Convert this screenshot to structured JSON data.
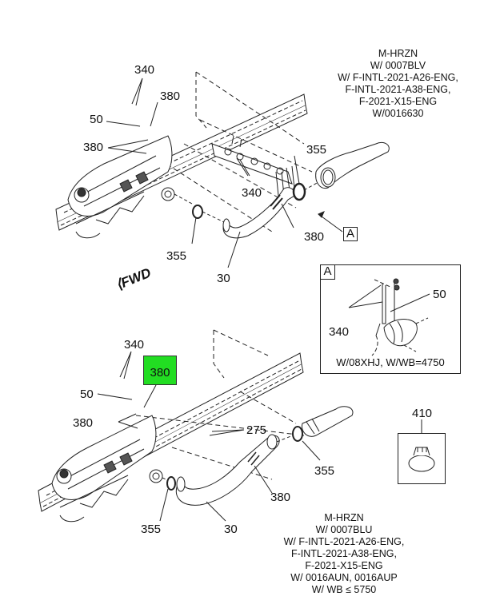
{
  "upper_view": {
    "callouts": {
      "c340": "340",
      "c380_top": "380",
      "c50": "50",
      "c380_left": "380",
      "c355_right": "355",
      "c340_bracket": "340",
      "c380_hose": "380",
      "c355_left": "355",
      "c30": "30",
      "ref_a": "A"
    },
    "note_lines": [
      "M-HRZN",
      "W/ 0007BLV",
      "W/ F-INTL-2021-A26-ENG,",
      "F-INTL-2021-A38-ENG,",
      "F-2021-X15-ENG",
      "W/0016630"
    ]
  },
  "fwd_indicator": "FWD",
  "detail_a": {
    "label": "A",
    "callouts": {
      "c50": "50",
      "c340": "340"
    },
    "caption": "W/08XHJ, W/WB=4750"
  },
  "lower_view": {
    "callouts": {
      "c340": "340",
      "c380_highlight": "380",
      "c50": "50",
      "c380_left": "380",
      "c275": "275",
      "c355_right": "355",
      "c380_hose": "380",
      "c355_left": "355",
      "c30": "30"
    },
    "highlight_color": "#22dd22",
    "note_lines": [
      "M-HRZN",
      "W/ 0007BLU",
      "W/ F-INTL-2021-A26-ENG,",
      "F-INTL-2021-A38-ENG,",
      "F-2021-X15-ENG",
      "W/ 0016AUN, 0016AUP",
      "W/ WB ≤ 5750"
    ]
  },
  "part_410": {
    "label": "410"
  }
}
